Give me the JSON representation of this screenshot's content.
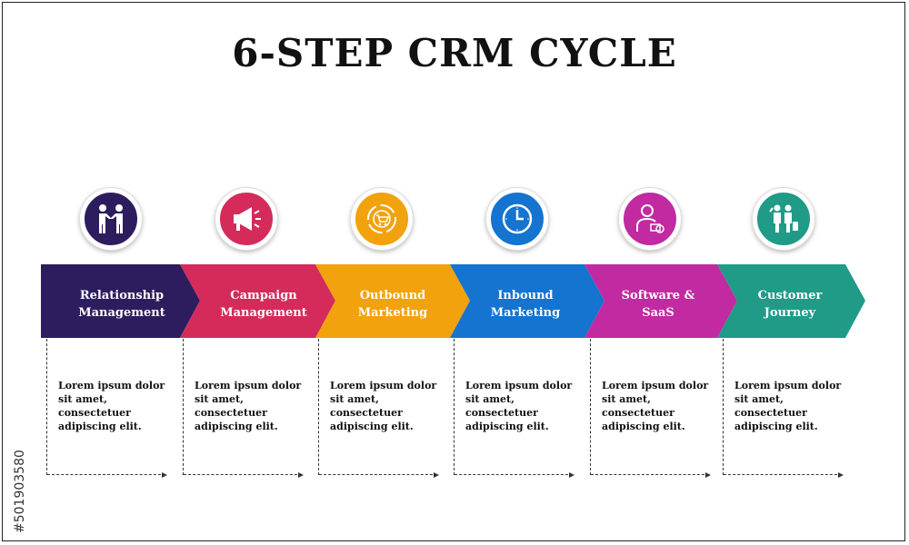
{
  "title": "6-STEP CRM CYCLE",
  "watermark_id": "#501903580",
  "steps": [
    {
      "label": "Relationship Management",
      "description": "Lorem ipsum dolor sit amet, consectetuer adipiscing elit.",
      "color": "#2e1d5e",
      "icon": "handshake-icon"
    },
    {
      "label": "Campaign Management",
      "description": "Lorem ipsum dolor sit amet, consectetuer adipiscing elit.",
      "color": "#d42b5b",
      "icon": "megaphone-icon"
    },
    {
      "label": "Outbound Marketing",
      "description": "Lorem ipsum dolor sit amet, consectetuer adipiscing elit.",
      "color": "#f2a20d",
      "icon": "shopping-cart-cycle-icon"
    },
    {
      "label": "Inbound Marketing",
      "description": "Lorem ipsum dolor sit amet, consectetuer adipiscing elit.",
      "color": "#1474cf",
      "icon": "clock-icon"
    },
    {
      "label": "Software & SaaS",
      "description": "Lorem ipsum dolor sit amet, consectetuer adipiscing elit.",
      "color": "#c12aa0",
      "icon": "user-software-icon"
    },
    {
      "label": "Customer Journey",
      "description": "Lorem ipsum dolor sit amet, consectetuer adipiscing elit.",
      "color": "#1f9b88",
      "icon": "travelers-icon"
    }
  ]
}
